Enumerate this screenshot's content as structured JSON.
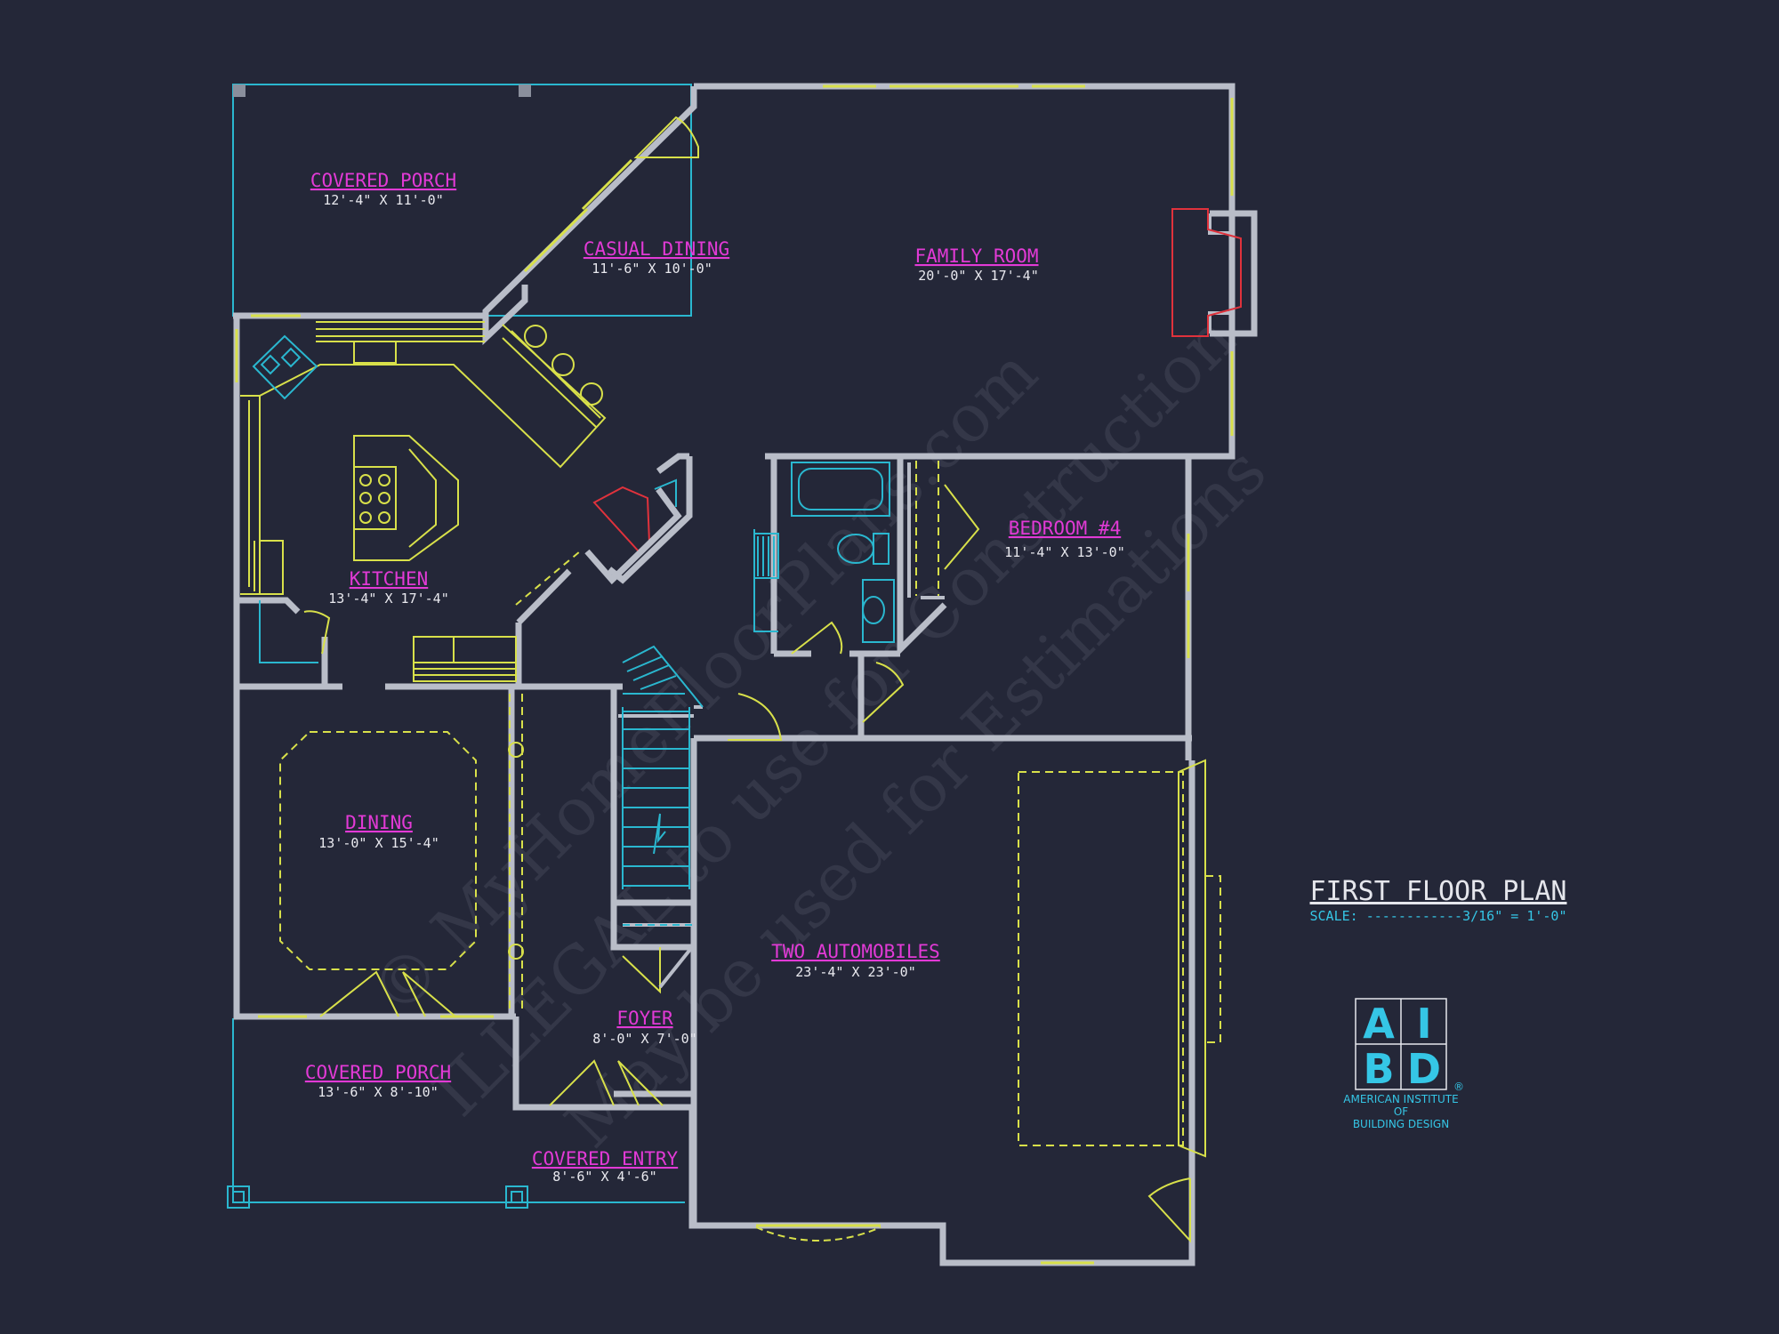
{
  "rooms": {
    "covered_porch_rear": {
      "name": "COVERED PORCH",
      "dims": "12'-4\" X 11'-0\""
    },
    "casual_dining": {
      "name": "CASUAL DINING",
      "dims": "11'-6\" X 10'-0\""
    },
    "family_room": {
      "name": "FAMILY ROOM",
      "dims": "20'-0\" X 17'-4\""
    },
    "kitchen": {
      "name": "KITCHEN",
      "dims": "13'-4\" X 17'-4\""
    },
    "bedroom_4": {
      "name": "BEDROOM #4",
      "dims": "11'-4\" X 13'-0\""
    },
    "dining": {
      "name": "DINING",
      "dims": "13'-0\" X 15'-4\""
    },
    "foyer": {
      "name": "FOYER",
      "dims": "8'-0\" X 7'-0\""
    },
    "garage": {
      "name": "TWO AUTOMOBILES",
      "dims": "23'-4\" X 23'-0\""
    },
    "covered_porch_front": {
      "name": "COVERED PORCH",
      "dims": "13'-6\" X 8'-10\""
    },
    "covered_entry": {
      "name": "COVERED ENTRY",
      "dims": "8'-6\" X 4'-6\""
    }
  },
  "plan": {
    "title": "FIRST FLOOR PLAN",
    "scale": "SCALE: ------------3/16\" = 1'-0\""
  },
  "logo": {
    "letters": [
      "A",
      "I",
      "B",
      "D"
    ],
    "registered": "®",
    "line1": "AMERICAN INSTITUTE",
    "line2": "OF",
    "line3": "BUILDING DESIGN"
  },
  "watermark": {
    "line1": "© MyHomeFloorPlans.com",
    "line2": "ILLEGAL to use for Construction",
    "line3": "May be used for Estimations"
  },
  "colors": {
    "background": "#242738",
    "walls": "#b9bdc8",
    "fixtures": "#d8e04a",
    "room_labels": "#e23ad6",
    "accent": "#35c6e6"
  }
}
